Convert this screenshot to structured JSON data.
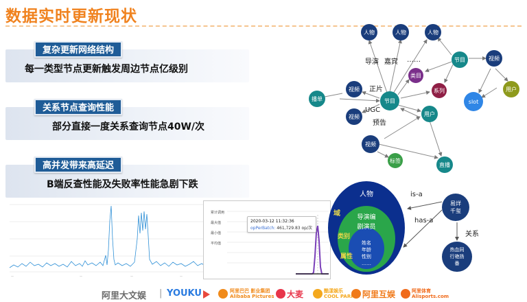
{
  "slide": {
    "title": "数据实时更新现状"
  },
  "blocks": [
    {
      "heading": "复杂更新网络结构",
      "text": "每一类型节点更新触发周边节点亿级别"
    },
    {
      "heading": "关系节点查询性能",
      "text": "部分直接一度关系查询节点40W/次"
    },
    {
      "heading": "高并发带来高延迟",
      "text": "B端反查性能及失败率性能急剧下跌"
    }
  ],
  "graph": {
    "nodes": {
      "person_a": "人物",
      "person_b": "人物",
      "person_c": "人物",
      "show": "节目",
      "video_top": "视频",
      "user_top": "用户",
      "slot": "slot",
      "category": "类目",
      "series": "系列",
      "center": "节目",
      "video_mid": "视频",
      "video_low": "视频",
      "anchor": "播单",
      "user_mid": "用户",
      "video_bottom": "视频",
      "tag": "标签",
      "live": "直播"
    },
    "edge_labels": {
      "director": "导演",
      "guest": "嘉宾",
      "ellipsis": "……",
      "feature": "正片",
      "ugc": "UGC",
      "trailer": "预告"
    }
  },
  "monitor": {
    "side_labels": [
      "累计调用",
      "最大值",
      "最小值",
      "平均值"
    ],
    "tooltip_time": "2020-03-12 11:32:36",
    "tooltip_key": "opPerBatch:",
    "tooltip_value": "461,729.83 op/次"
  },
  "ontology": {
    "outer": "人物",
    "domain": "域",
    "domain_items": [
      "导演编",
      "剧演员"
    ],
    "category": "类别",
    "attr_items": [
      "姓名",
      "年龄",
      "性别",
      "……"
    ],
    "attribute": "属性",
    "entity_a": [
      "易烊",
      "千玺"
    ],
    "entity_b": [
      "热血同",
      "行艳扬",
      "番"
    ],
    "rel_isa": "is-a",
    "rel_hasa": "has-a",
    "rel_relation": "关系"
  },
  "footer": {
    "logo_alibaba": "阿里大文娱",
    "separator": "|",
    "logo_youku": "YOUKU",
    "logo_pictures_cn": "阿里巴巴 影业集团",
    "logo_pictures_en": "Alibaba Pictures",
    "logo_damai": "大麦",
    "logo_cool_cn": "酷漾娱乐",
    "logo_cool_en": "COOL PARK",
    "logo_hyu": "阿里互娱",
    "logo_sports_cn": "阿里体育",
    "logo_sports_en": "Alisports.com"
  },
  "colors": {
    "title": "#f0821e",
    "tag_bg": "#1f5c97",
    "node_navy": "#1a3d7c",
    "node_teal": "#16888a",
    "node_purple": "#7a2f8a",
    "node_maroon": "#8f1f45",
    "node_olive": "#8e9a1d",
    "node_blue": "#2f86e6",
    "node_green": "#3a9f48",
    "chart_line": "#2d8fd6",
    "spike": "#7a3fb8",
    "venn_outer": "#0b2f8e",
    "venn_green": "#2aa64a",
    "venn_blue": "#1a4db3"
  }
}
